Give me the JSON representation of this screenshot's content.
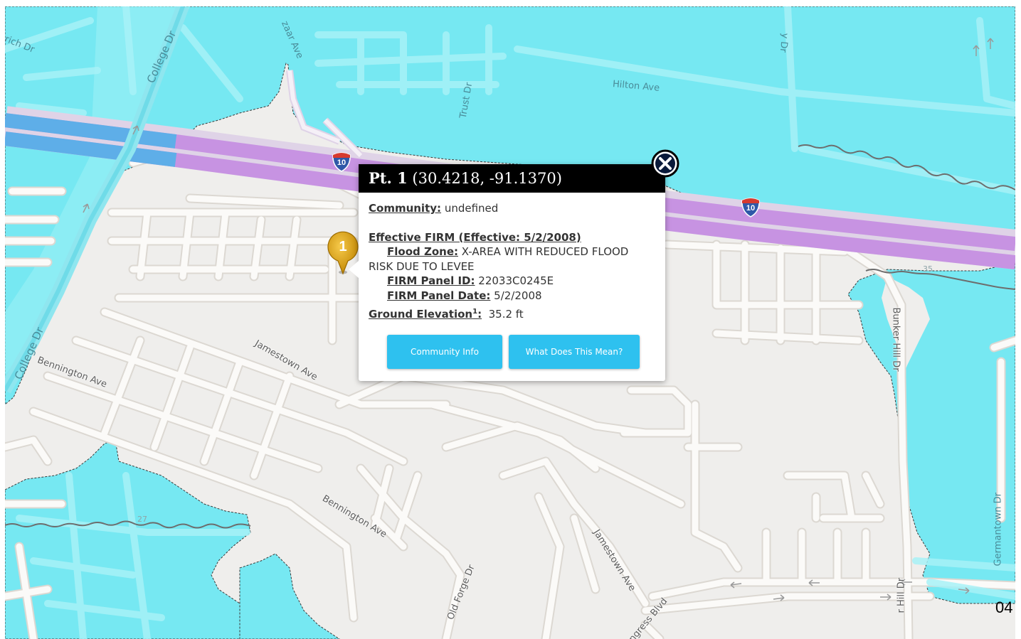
{
  "colors": {
    "land": "#efeeec",
    "flood_zone": "#76e8f2",
    "flood_zone_edge": "#9ff0f6",
    "street": "#fbfaf8",
    "street_edge": "#dcd8d2",
    "highway": "#c793e2",
    "highway_in_flood": "#5eaee8",
    "popup_header": "#000000",
    "button": "#2ec1ef"
  },
  "map": {
    "streets": {
      "hilton": "Hilton Ave",
      "trust": "Trust Dr",
      "college_top": "College Dr",
      "college_left": "College Dr",
      "zaar": "zaar Ave",
      "rich": "rich Dr",
      "y_dr": "y Dr",
      "jamestown_ave": "Jamestown Ave",
      "bennington_left": "Bennington Ave",
      "bennington_mid": "Bennington Ave",
      "old_forge": "Old Forge Dr",
      "jamestown_ave_lower": "Jamestown Ave",
      "congress": "ngress Blvd",
      "bunker_hill": "Bunker Hill Dr",
      "bunker_hill_bottom": "r Hill Dr",
      "germantown": "Germantown Dr"
    },
    "contour_labels": {
      "upper": "35",
      "lower": "27"
    },
    "interstate_shields": [
      "10",
      "10"
    ],
    "marker_label": "1",
    "marker_icon": "map-pin-icon",
    "corner_text": "04"
  },
  "popup": {
    "point_label": "Pt. 1",
    "coordinates": "(30.4218, -91.1370)",
    "community_label": "Community:",
    "community_value": "undefined",
    "firm_heading": "Effective FIRM (Effective:  5/2/2008)",
    "flood_zone_label": "Flood Zone:",
    "flood_zone_value": "X-AREA WITH REDUCED FLOOD",
    "flood_zone_value_cont": "RISK DUE TO LEVEE",
    "panel_id_label": "FIRM Panel ID:",
    "panel_id_value": "22033C0245E",
    "panel_date_label": "FIRM Panel Date:",
    "panel_date_value": "5/2/2008",
    "elevation_label": "Ground Elevation",
    "elevation_sup": "1",
    "elevation_colon": ":",
    "elevation_value": "35.2 ft",
    "buttons": {
      "community_info": "Community Info",
      "what_does_this_mean": "What Does This Mean?"
    },
    "close_icon": "close-circle-icon"
  }
}
